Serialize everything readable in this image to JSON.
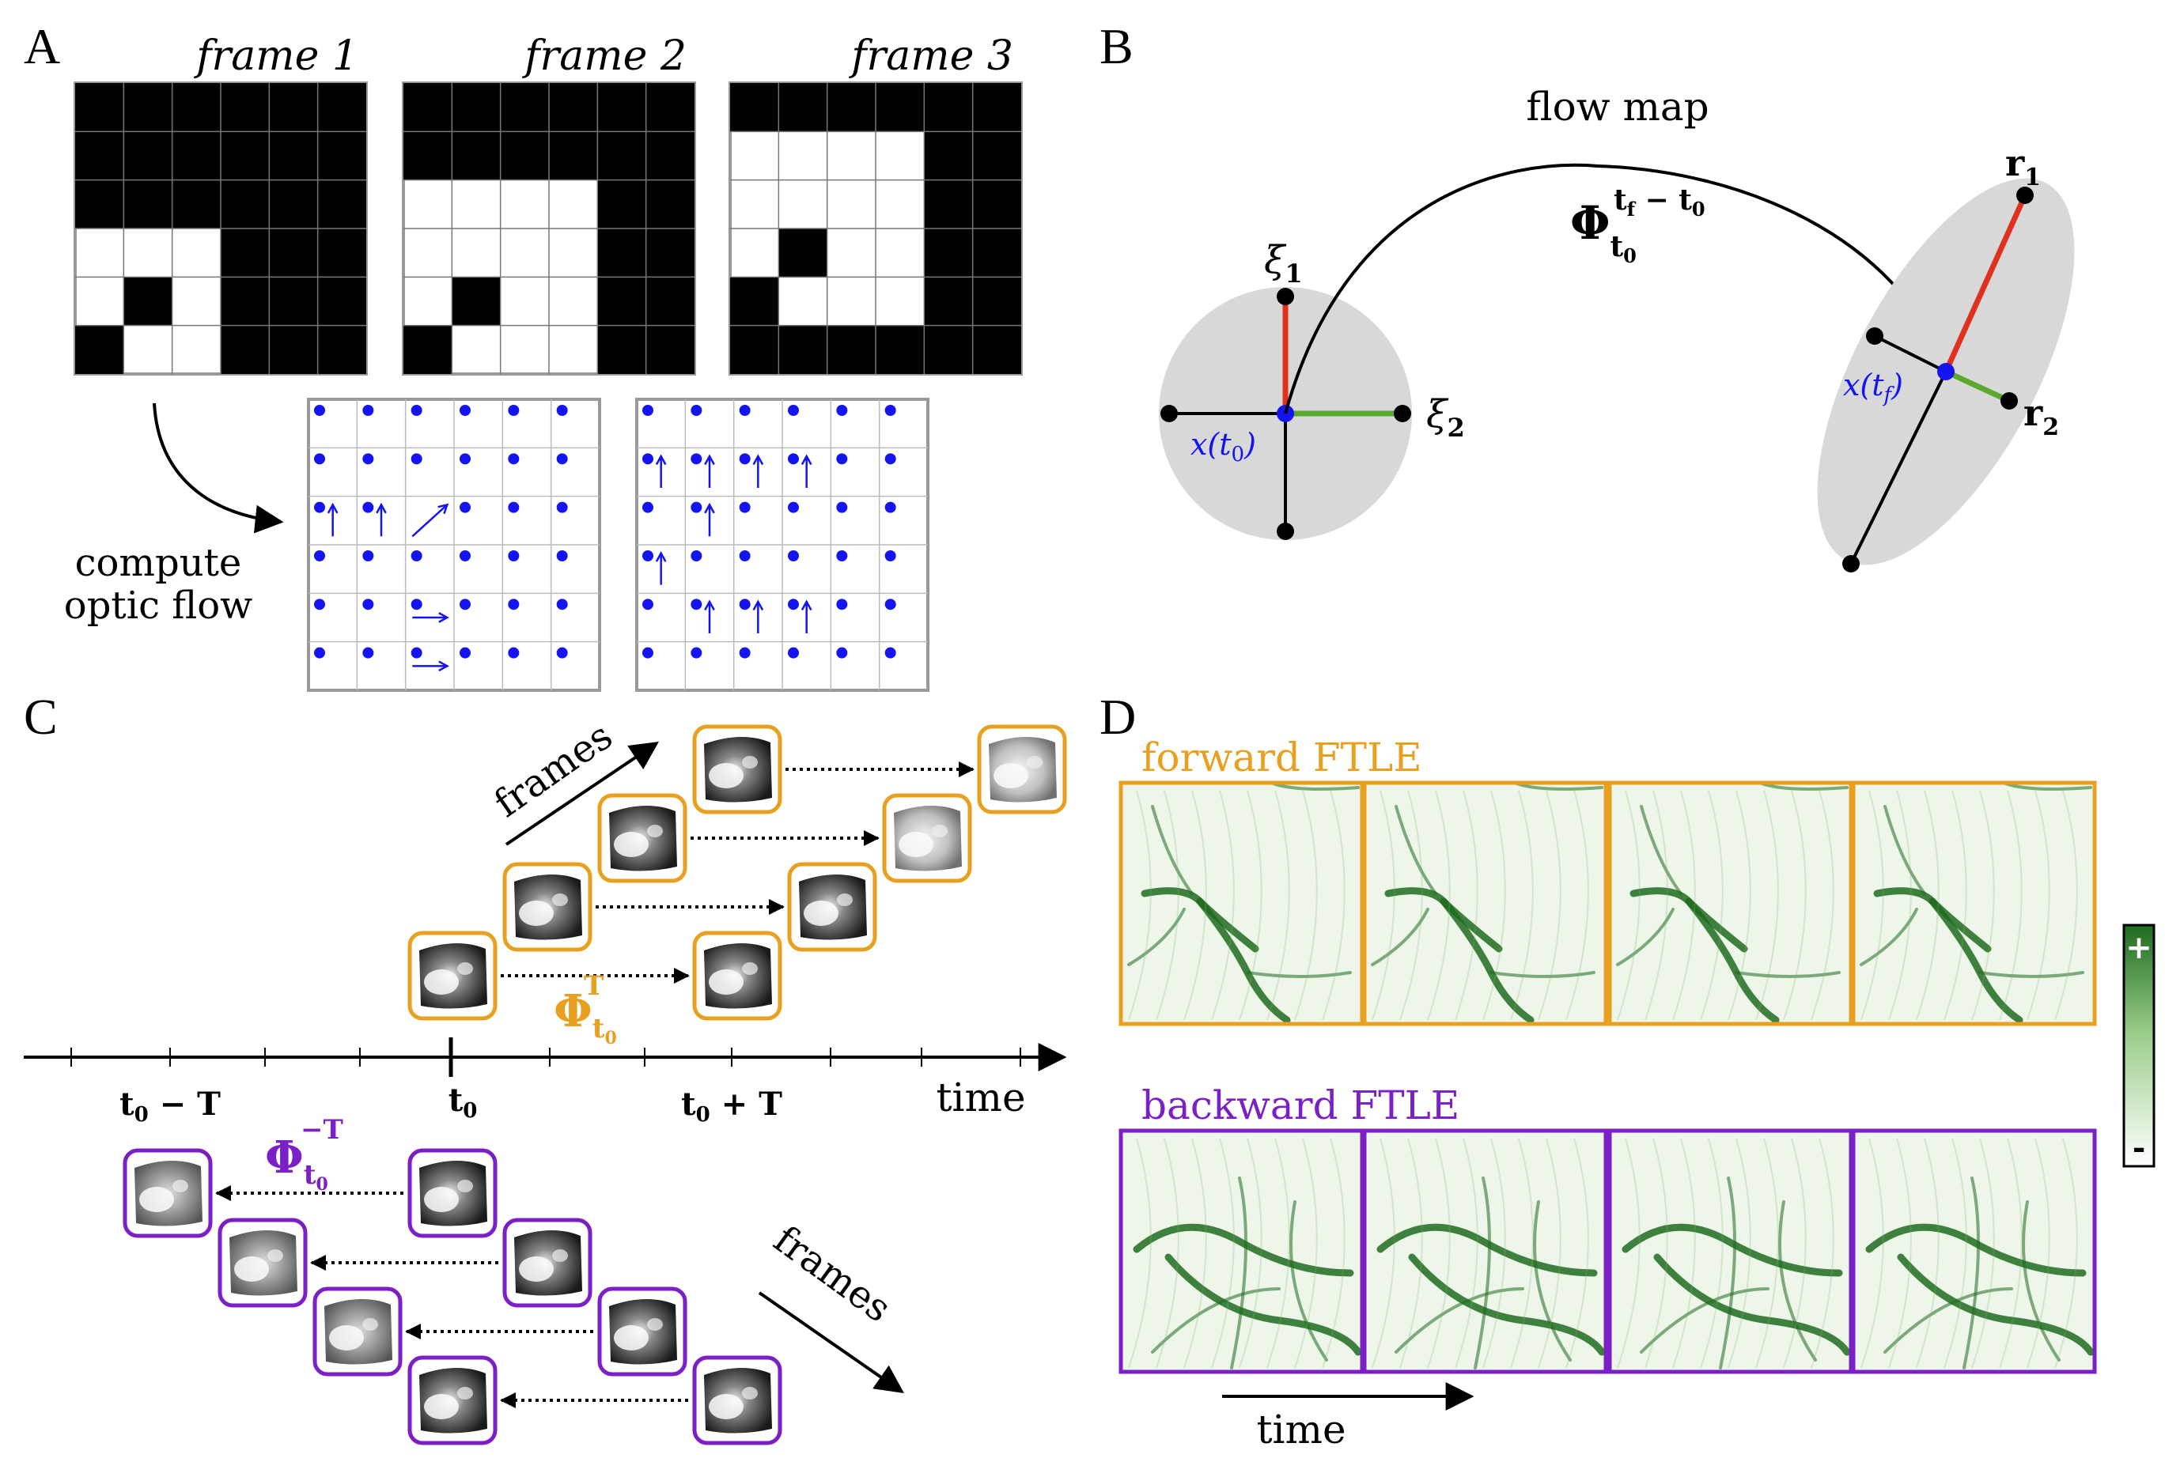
{
  "colors": {
    "orange": "#E8A020",
    "purple": "#7B1FC7",
    "blue": "#1414F0",
    "red": "#E0301E",
    "green": "#5AA82E",
    "gray_fill": "#D8D8D8",
    "grid_line": "#B8B8B8",
    "ftle_green": "#1E6B1E"
  },
  "panel_a": {
    "label": "A",
    "frames": [
      {
        "title": "frame 1",
        "pixels": [
          "111111",
          "111111",
          "111111",
          "000111",
          "010111",
          "100111"
        ]
      },
      {
        "title": "frame 2",
        "pixels": [
          "111111",
          "111111",
          "000011",
          "000011",
          "010011",
          "100011"
        ]
      },
      {
        "title": "frame 3",
        "pixels": [
          "111111",
          "000011",
          "000011",
          "010011",
          "100011",
          "111111"
        ]
      }
    ],
    "caption_line1": "compute",
    "caption_line2": "optic flow",
    "flow1_arrows": [
      {
        "row": 2,
        "col": 0,
        "dir": "up"
      },
      {
        "row": 2,
        "col": 1,
        "dir": "up"
      },
      {
        "row": 2,
        "col": 2,
        "dir": "diag"
      },
      {
        "row": 4,
        "col": 2,
        "dir": "right"
      },
      {
        "row": 5,
        "col": 2,
        "dir": "right"
      }
    ],
    "flow2_arrows": [
      {
        "row": 1,
        "col": 0,
        "dir": "up"
      },
      {
        "row": 1,
        "col": 1,
        "dir": "up"
      },
      {
        "row": 1,
        "col": 2,
        "dir": "up"
      },
      {
        "row": 1,
        "col": 3,
        "dir": "up"
      },
      {
        "row": 2,
        "col": 1,
        "dir": "up"
      },
      {
        "row": 3,
        "col": 0,
        "dir": "up"
      },
      {
        "row": 4,
        "col": 1,
        "dir": "up"
      },
      {
        "row": 4,
        "col": 2,
        "dir": "up"
      },
      {
        "row": 4,
        "col": 3,
        "dir": "up"
      }
    ]
  },
  "panel_b": {
    "label": "B",
    "title": "flow map",
    "phi": "Φ",
    "phi_sub": "t",
    "phi_sub_sub": "0",
    "phi_sup": "t",
    "phi_sup_sub": "f",
    "phi_sup_rest": " − t",
    "phi_sup_rest_sub": "0",
    "xi": "ξ",
    "xi1_sub": "1",
    "xi2_sub": "2",
    "r": "r",
    "r1_sub": "1",
    "r2_sub": "2",
    "x_t0": "x(t",
    "x_t0_sub": "0",
    "x_tf": "x(t",
    "x_tf_sub": "f",
    "paren": ")"
  },
  "panel_c": {
    "label": "C",
    "frames_label_top": "frames",
    "frames_label_bottom": "frames",
    "time_label": "time",
    "t_label": "t",
    "t_sub": "0",
    "minus_T": " − T",
    "plus_T": " + T",
    "phi": "Φ",
    "sup_forward": "T",
    "sup_backward": "−T"
  },
  "panel_d": {
    "label": "D",
    "forward_title": "forward FTLE",
    "backward_title": "backward FTLE",
    "time_label": "time",
    "colorbar_plus": "+",
    "colorbar_minus": "-"
  }
}
